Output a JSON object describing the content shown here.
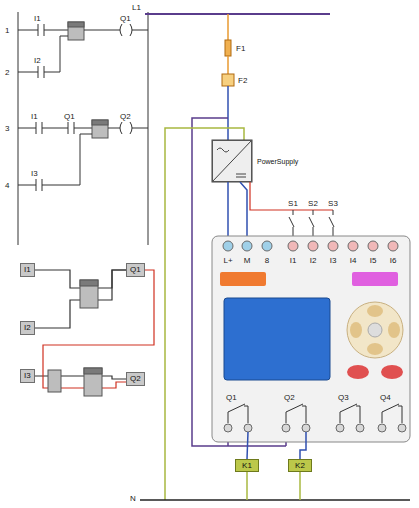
{
  "diagram": {
    "nodes": [
      {
        "text": [
          "PowerSupply"
        ]
      },
      {
        "text": [
          "K1"
        ]
      },
      {
        "text": [
          "K2"
        ]
      },
      {
        "text": [
          "I1"
        ]
      },
      {
        "text": [
          "I2"
        ]
      },
      {
        "text": [
          "I3"
        ]
      },
      {
        "text": [
          "Q1"
        ]
      },
      {
        "text": [
          "Q2"
        ]
      }
    ],
    "edges": [
      {
        "from": 3,
        "to": 6,
        "arrow": "none"
      },
      {
        "from": 4,
        "to": 6,
        "arrow": "none"
      },
      {
        "from": 5,
        "to": 7,
        "arrow": "none"
      },
      {
        "from": 6,
        "to": 7,
        "arrow": "none"
      }
    ],
    "labels": [
      "L1",
      "F1",
      "F2",
      "L+",
      "M",
      "8",
      "I1",
      "I2",
      "I3",
      "I4",
      "I5",
      "I6",
      "S1",
      "S2",
      "S3",
      "Q1",
      "Q2",
      "Q3",
      "Q4",
      "N",
      "1",
      "2",
      "3",
      "4",
      "I1",
      "Q1",
      "I2",
      "I1",
      "Q1",
      "Q2",
      "I3"
    ]
  }
}
